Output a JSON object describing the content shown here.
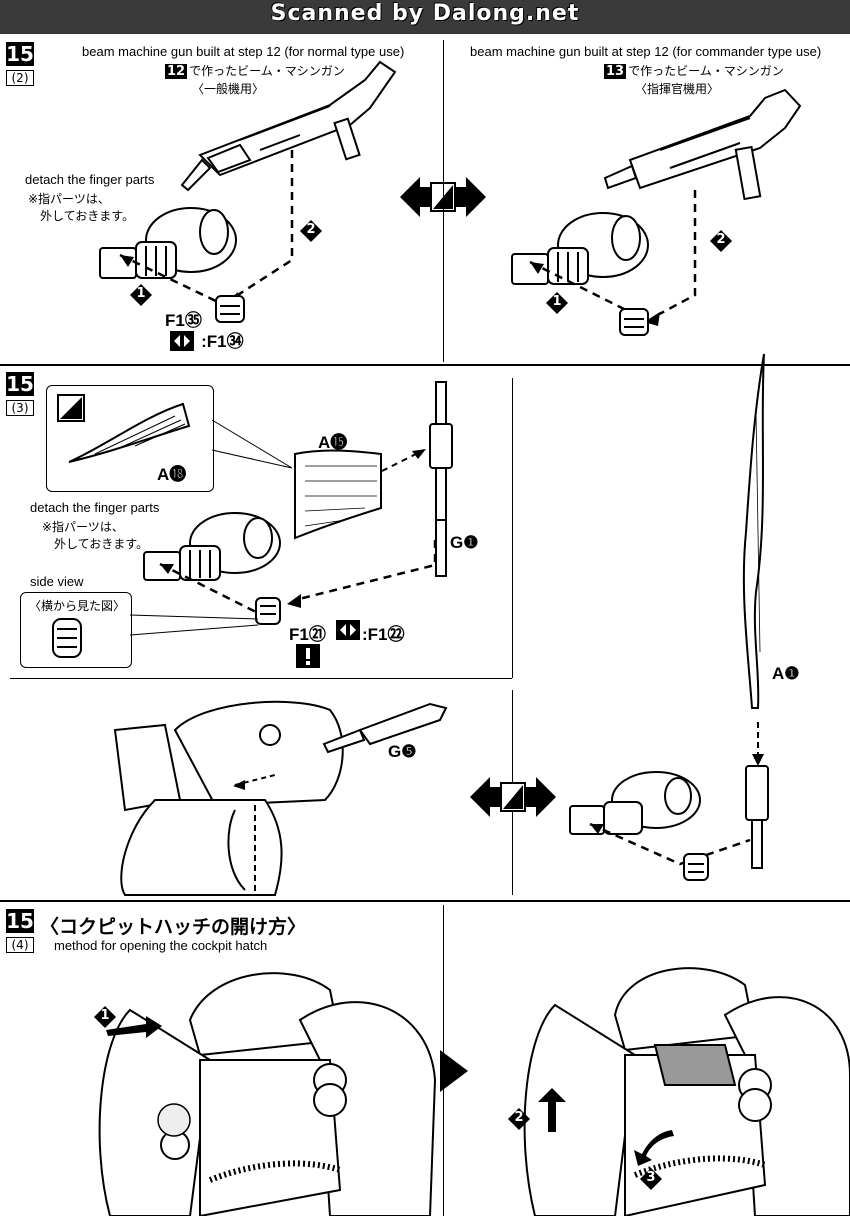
{
  "header": {
    "title": "Scanned by Dalong.net"
  },
  "step2": {
    "step": "15",
    "sub": "(2)",
    "left_title": "beam machine gun built at step 12 (for normal type use)",
    "left_ref": "12",
    "left_jp": "で作ったビーム・マシンガン",
    "left_jp_sub": "〈一般機用〉",
    "right_title": "beam machine gun built at step 12 (for commander type use)",
    "right_ref": "13",
    "right_jp": "で作ったビーム・マシンガン",
    "right_jp_sub": "〈指揮官機用〉",
    "detach_en": "detach the finger parts",
    "detach_jp1": "※指パーツは、",
    "detach_jp2": "外しておきます。",
    "part_main": "F1㉟",
    "part_alt": ":F1㉞",
    "arrow1": "1",
    "arrow2": "2"
  },
  "step3": {
    "step": "15",
    "sub": "(3)",
    "part_a18": "A⓲",
    "part_a15": "A⓯",
    "part_g1": "G❶",
    "detach_en": "detach the finger parts",
    "detach_jp1": "※指パーツは、",
    "detach_jp2": "外しておきます。",
    "side_en": "side view",
    "side_jp": "〈横から見た図〉",
    "part_f121": "F1㉑",
    "part_f122": ":F1㉒",
    "part_g5": "G❺",
    "part_a1": "A❶"
  },
  "step4": {
    "step": "15",
    "sub": "(4)",
    "title_jp": "〈コクピットハッチの開け方〉",
    "title_en": "method for opening the cockpit hatch",
    "arrow1": "1",
    "arrow2": "2",
    "arrow3": "3"
  }
}
